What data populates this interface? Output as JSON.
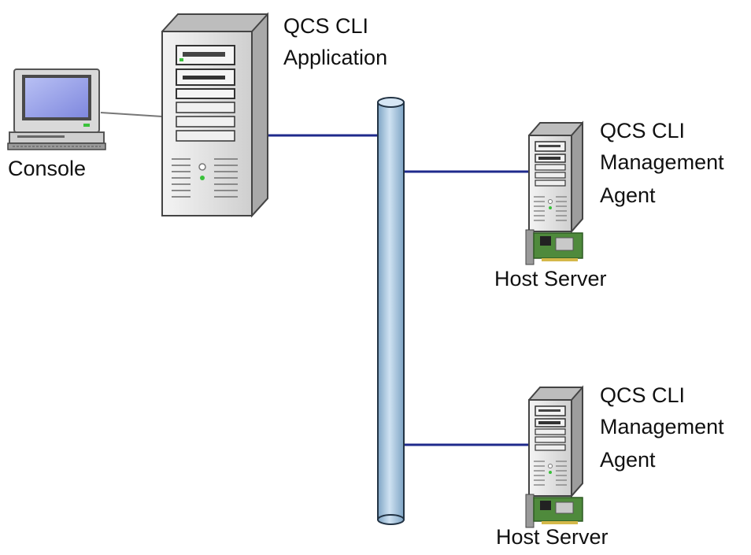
{
  "diagram": {
    "console_label": "Console",
    "application_label": [
      "QCS CLI",
      "Application"
    ],
    "agents": [
      {
        "label": [
          "QCS CLI",
          "Management",
          "Agent"
        ],
        "host_label": "Host Server"
      },
      {
        "label": [
          "QCS CLI",
          "Management",
          "Agent"
        ],
        "host_label": "Host Server"
      }
    ],
    "colors": {
      "network_link": "#1f2a8c",
      "bus_fill": "#a9c8e2",
      "bus_stroke": "#223344",
      "server_body": "#e2e2e2",
      "screen": "#8f98e8",
      "nic_board": "#4f8a3c",
      "led": "#39c13a"
    }
  }
}
